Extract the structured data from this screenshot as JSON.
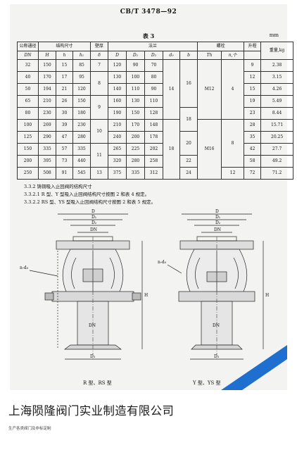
{
  "document": {
    "standard_code": "CB/T 3478—92",
    "table_title": "表 3",
    "unit": "mm",
    "table": {
      "header_row1": [
        "公称通径",
        "结构尺寸",
        "壁厚",
        "法兰",
        "螺栓",
        "升程",
        "重量,kg"
      ],
      "header_row2": [
        "DN",
        "H",
        "h",
        "h₁",
        "δ",
        "D",
        "D₁",
        "D₂",
        "d₀",
        "b",
        "Th",
        "n,个"
      ],
      "rows": [
        [
          "32",
          "150",
          "15",
          "85",
          "7",
          "120",
          "90",
          "70",
          "14",
          "16",
          "M12",
          "4",
          "9",
          "2.38"
        ],
        [
          "40",
          "170",
          "17",
          "95",
          "8",
          "130",
          "100",
          "80",
          "",
          "",
          "",
          "",
          "12",
          "3.15"
        ],
        [
          "50",
          "194",
          "21",
          "120",
          "",
          "140",
          "110",
          "90",
          "",
          "",
          "",
          "",
          "15",
          "4.26"
        ],
        [
          "65",
          "210",
          "26",
          "150",
          "9",
          "160",
          "130",
          "110",
          "",
          "",
          "",
          "",
          "19",
          "5.49"
        ],
        [
          "80",
          "230",
          "30",
          "180",
          "",
          "190",
          "150",
          "128",
          "",
          "18",
          "",
          "",
          "23",
          "8.44"
        ],
        [
          "100",
          "269",
          "39",
          "230",
          "10",
          "210",
          "170",
          "148",
          "",
          "",
          "",
          "",
          "28",
          "15.71"
        ],
        [
          "125",
          "290",
          "47",
          "280",
          "",
          "240",
          "200",
          "178",
          "18",
          "20",
          "M16",
          "8",
          "35",
          "20.25"
        ],
        [
          "150",
          "335",
          "57",
          "335",
          "11",
          "265",
          "225",
          "202",
          "",
          "",
          "",
          "",
          "42",
          "27.7"
        ],
        [
          "200",
          "395",
          "73",
          "440",
          "",
          "320",
          "280",
          "258",
          "",
          "22",
          "",
          "",
          "58",
          "49.2"
        ],
        [
          "250",
          "508",
          "91",
          "545",
          "13",
          "375",
          "335",
          "312",
          "",
          "24",
          "",
          "12",
          "72",
          "71.2"
        ]
      ]
    },
    "clauses": [
      "3.3.2   铸铜吸入止回阀的结构尺寸",
      "3.3.2.1   R 型、Y 型吸入止回阀结构尺寸按图 2 和表 4 规定。",
      "3.3.2.2   RS 型、YS 型吸入止回阀结构尺寸按图 2 和表 5 规定。"
    ],
    "figure_left": {
      "caption": "R 型、RS 型",
      "labels": {
        "D": "D",
        "D1": "D₁",
        "D2": "D₂",
        "DN_top": "DN",
        "nd0": "n-d₀",
        "H": "H",
        "DN_bottom": "DN",
        "D3": "D₃"
      }
    },
    "figure_right": {
      "caption": "Y 型、YS 型",
      "labels": {
        "D": "D",
        "D1": "D₁",
        "D2": "D₂",
        "DN_top": "DN",
        "nd0": "n-d₀",
        "H": "H",
        "DN_bottom": "DN",
        "D3": "D₃"
      }
    }
  },
  "footer": {
    "company": "上海陨隆阀门实业制造有限公司",
    "tagline": "生产各类阀门及非标定制"
  },
  "colors": {
    "paper": "#f3f3f1",
    "stripe": "#1f6fd1",
    "ink": "#111111"
  }
}
